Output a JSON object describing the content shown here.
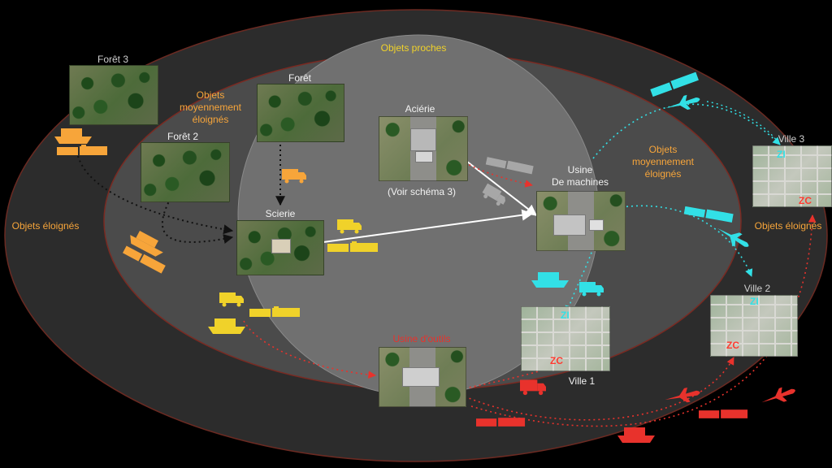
{
  "zones": {
    "near": "Objets proches",
    "mid_left": "Objets\nmoyennement\néloignés",
    "mid_right": "Objets\nmoyennement\néloignés",
    "far_left": "Objets éloignés",
    "far_right": "Objets éloignés"
  },
  "nodes": {
    "foret3": "Forêt 3",
    "foret2": "Forêt 2",
    "foret": "Forêt",
    "scierie": "Scierie",
    "acierie": "Aciérie",
    "acierie_note": "(Voir schéma 3)",
    "usine_machines": "Usine\nDe machines",
    "usine_outils": "Usine d'outils",
    "ville1": "Ville 1",
    "ville2": "Ville 2",
    "ville3": "Ville 3"
  },
  "zone_tags": {
    "zi": "ZI",
    "zc": "ZC"
  },
  "colors": {
    "far_ring": "#2c2c2c",
    "mid_ring": "#4a4a4a",
    "near_ring": "#6e6e6e",
    "ring_border": "#7a2a22",
    "orange": "#f7a53a",
    "yellow": "#f0d22a",
    "cyan": "#32e0e6",
    "red": "#e8322c",
    "grey": "#a7a7a7",
    "white": "#ffffff"
  },
  "icons": [
    "ship-icon",
    "train-icon",
    "truck-icon",
    "plane-icon"
  ]
}
